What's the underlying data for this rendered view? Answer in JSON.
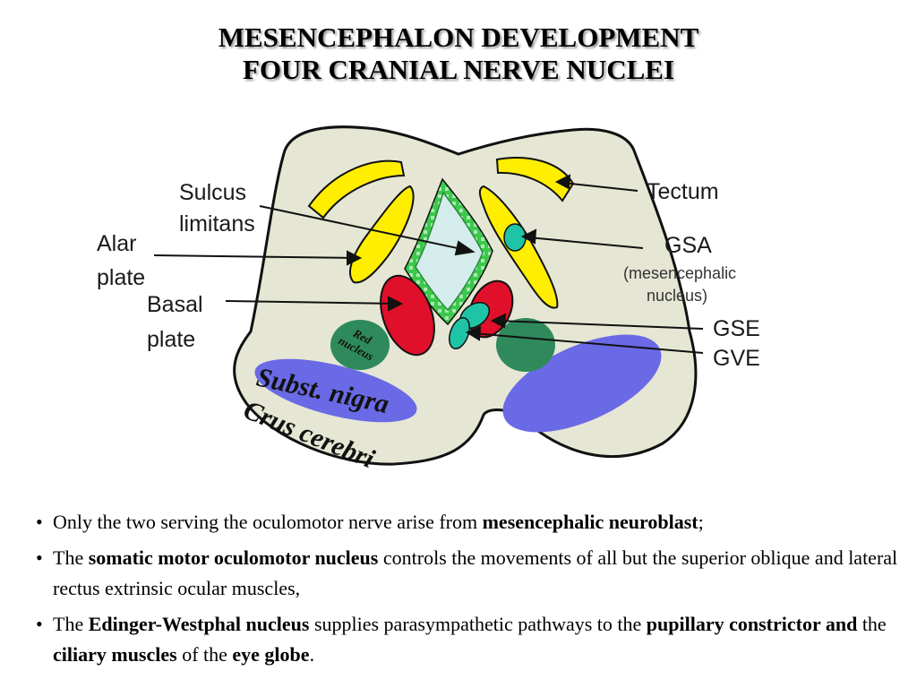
{
  "title": {
    "line1": "MESENCEPHALON DEVELOPMENT",
    "line2": "FOUR CRANIAL NERVE NUCLEI"
  },
  "labels": {
    "sulcus1": "Sulcus",
    "sulcus2": "limitans",
    "alar1": "Alar",
    "alar2": "plate",
    "basal1": "Basal",
    "basal2": "plate",
    "tectum": "Tectum",
    "gsa": "GSA",
    "gsa_sub1": "(mesencephalic",
    "gsa_sub2": "nucleus)",
    "gse": "GSE",
    "gve": "GVE",
    "red1": "Red",
    "red2": "nucleus",
    "subst": "Subst. nigra",
    "crus": "Crus cerebri"
  },
  "colors": {
    "brain": "#e6e6d4",
    "yellow": "#ffee00",
    "red": "#e0102a",
    "teal": "#1fc4a6",
    "dark_green": "#2e8a5a",
    "ventricle": "#d4ecec",
    "ependyma": "#3cc84c",
    "blue": "#6a6ae6"
  },
  "bullets": [
    {
      "p1": "Only the two serving the oculomotor nerve arise from ",
      "b1": "mesencephalic neuroblast",
      "p2": ";"
    },
    {
      "p1": "The ",
      "b1": "somatic motor oculomotor nucleus",
      "p2": " controls the movements of all but the superior oblique and lateral rectus extrinsic ocular muscles,"
    },
    {
      "p1": "The ",
      "b1": "Edinger-Westphal nucleus",
      "p2": " supplies parasympathetic pathways to the ",
      "b2": "pupillary constrictor and",
      "p3": " the ",
      "b3": "ciliary muscles",
      "p4": " of the ",
      "b4": "eye globe",
      "p5": "."
    }
  ]
}
